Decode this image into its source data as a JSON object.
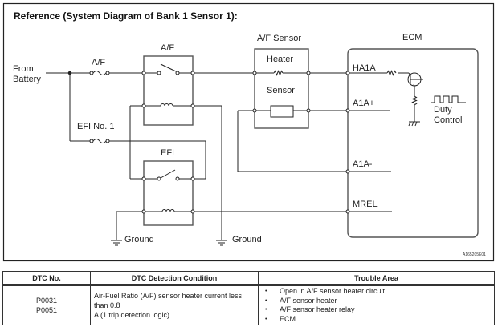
{
  "figure": {
    "title": "Reference (System Diagram of Bank 1 Sensor 1):",
    "figure_id": "A165205E01",
    "labels": {
      "from_battery_line1": "From",
      "from_battery_line2": "Battery",
      "af_fuse": "A/F",
      "af_relay": "A/F",
      "efi_no1_fuse": "EFI No. 1",
      "efi_relay": "EFI",
      "af_sensor": "A/F Sensor",
      "heater": "Heater",
      "sensor": "Sensor",
      "ecm": "ECM",
      "ha1a": "HA1A",
      "a1a_plus": "A1A+",
      "a1a_minus": "A1A-",
      "mrel": "MREL",
      "duty_control_line1": "Duty",
      "duty_control_line2": "Control",
      "ground_1": "Ground",
      "ground_2": "Ground"
    }
  },
  "table": {
    "headers": [
      "DTC No.",
      "DTC Detection Condition",
      "Trouble Area"
    ],
    "rows": [
      {
        "dtc_codes": [
          "P0031",
          "P0051"
        ],
        "condition_line1": "Air-Fuel Ratio (A/F) sensor heater current less than 0.8",
        "condition_line2": "A (1 trip detection logic)",
        "trouble_areas": [
          "Open in A/F sensor heater circuit",
          "A/F sensor heater",
          "A/F sensor heater relay",
          "ECM"
        ]
      }
    ]
  }
}
